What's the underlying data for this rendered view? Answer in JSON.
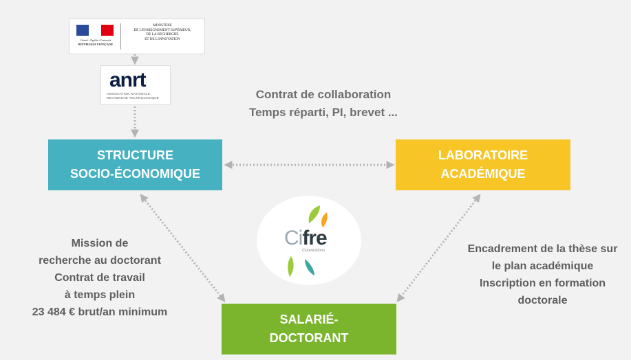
{
  "logos": {
    "ministry": {
      "republic_lines": [
        "Liberté • Égalité • Fraternité",
        "RÉPUBLIQUE FRANÇAISE"
      ],
      "lines": [
        "MINISTÈRE",
        "DE L'ENSEIGNEMENT SUPÉRIEUR,",
        "DE LA RECHERCHE",
        "ET DE L'INNOVATION"
      ]
    },
    "anrt": {
      "word": "anrt",
      "subtitle_lines": [
        "ASSOCIATION NATIONALE",
        "RECHERCHE TECHNOLOGIQUE"
      ]
    },
    "cifre": {
      "word_light": "Ci",
      "word_bold": "fre",
      "subtitle": "Conventions"
    }
  },
  "nodes": {
    "structure": {
      "lines": [
        "STRUCTURE",
        "SOCIO-ÉCONOMIQUE"
      ],
      "color": "#45b1c1"
    },
    "laboratoire": {
      "lines": [
        "LABORATOIRE",
        "ACADÉMIQUE"
      ],
      "color": "#f8c526"
    },
    "salarie": {
      "lines": [
        "SALARIÉ-",
        "DOCTORANT"
      ],
      "color": "#7bb52e"
    }
  },
  "labels": {
    "collaboration": [
      "Contrat de collaboration",
      "Temps réparti, PI, brevet ..."
    ],
    "mission": [
      "Mission de",
      "recherche au doctorant",
      "Contrat de travail",
      "à temps plein",
      "23 484 € brut/an minimum"
    ],
    "encadrement": [
      "Encadrement de la thèse sur",
      "le plan académique",
      "Inscription en formation",
      "doctorale"
    ]
  },
  "colors": {
    "connector": "#b3b3b3",
    "flag_blue": "#2a4b9b",
    "flag_red": "#e1000f",
    "cifre_green": "#9ccc3c",
    "cifre_orange": "#f5a623",
    "cifre_teal": "#3aa7a3"
  }
}
